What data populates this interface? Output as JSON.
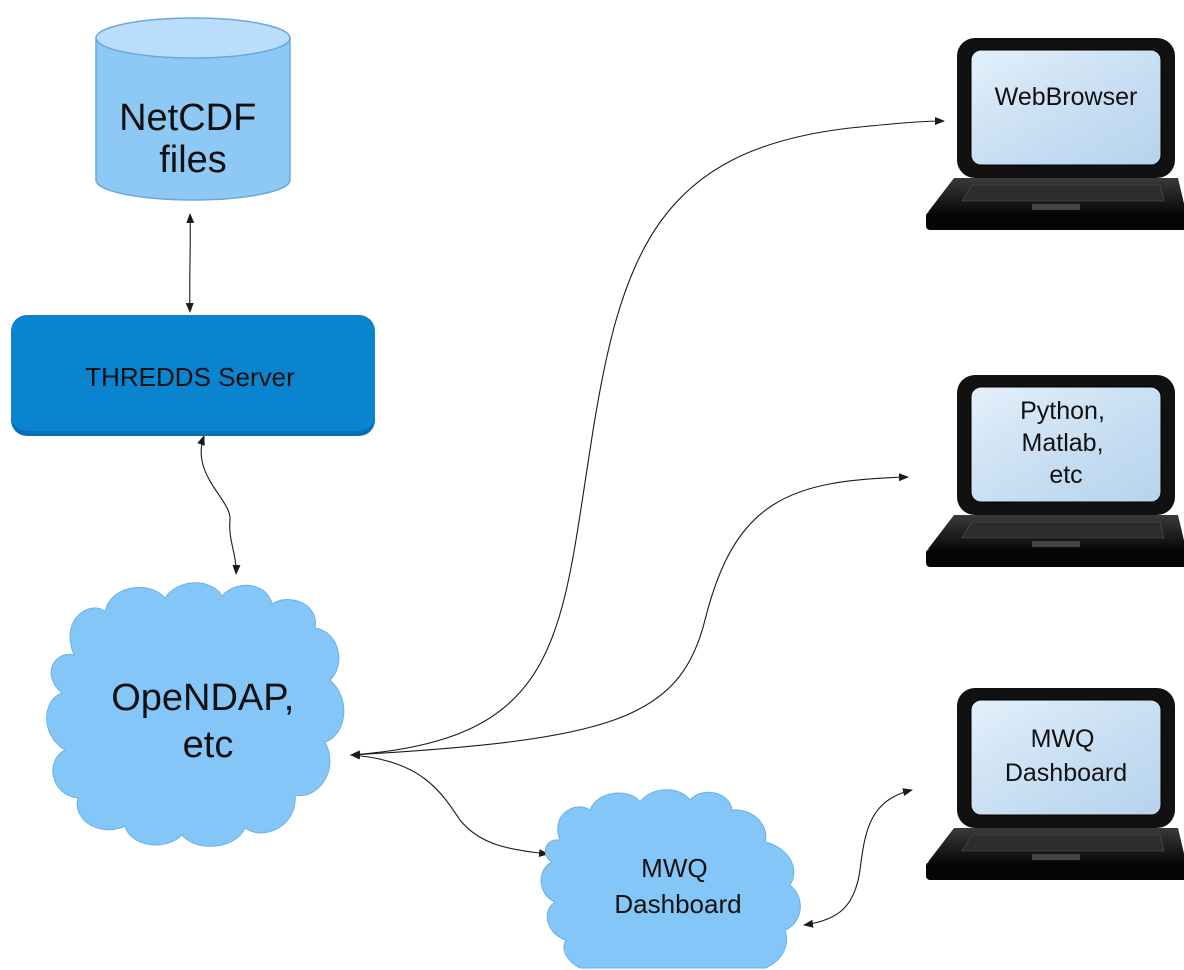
{
  "nodes": {
    "netcdf": {
      "lines": [
        "NetCDF",
        "files"
      ]
    },
    "thredds": {
      "label": "THREDDS Server"
    },
    "opendap": {
      "lines": [
        "OpeNDAP,",
        "etc"
      ]
    },
    "mwq_cloud": {
      "lines": [
        "MWQ",
        "Dashboard"
      ]
    },
    "laptop_webbrowser": {
      "lines": [
        "WebBrowser"
      ]
    },
    "laptop_python": {
      "lines": [
        "Python,",
        "Matlab,",
        "etc"
      ]
    },
    "laptop_mwq": {
      "lines": [
        "MWQ",
        "Dashboard"
      ]
    }
  },
  "colors": {
    "storage_fill": "#8ec8f5",
    "storage_top": "#b9ddfb",
    "server_fill": "#0a84cf",
    "cloud_fill": "#84c6f8",
    "laptop_body": "#111111",
    "laptop_screen": "#d2e6f6"
  },
  "edges": [
    {
      "from": "netcdf",
      "to": "thredds",
      "direction": "both"
    },
    {
      "from": "thredds",
      "to": "opendap",
      "direction": "both"
    },
    {
      "from": "opendap",
      "to": "laptop_webbrowser",
      "direction": "both"
    },
    {
      "from": "opendap",
      "to": "laptop_python",
      "direction": "both"
    },
    {
      "from": "opendap",
      "to": "mwq_cloud",
      "direction": "both"
    },
    {
      "from": "mwq_cloud",
      "to": "laptop_mwq",
      "direction": "both"
    }
  ]
}
